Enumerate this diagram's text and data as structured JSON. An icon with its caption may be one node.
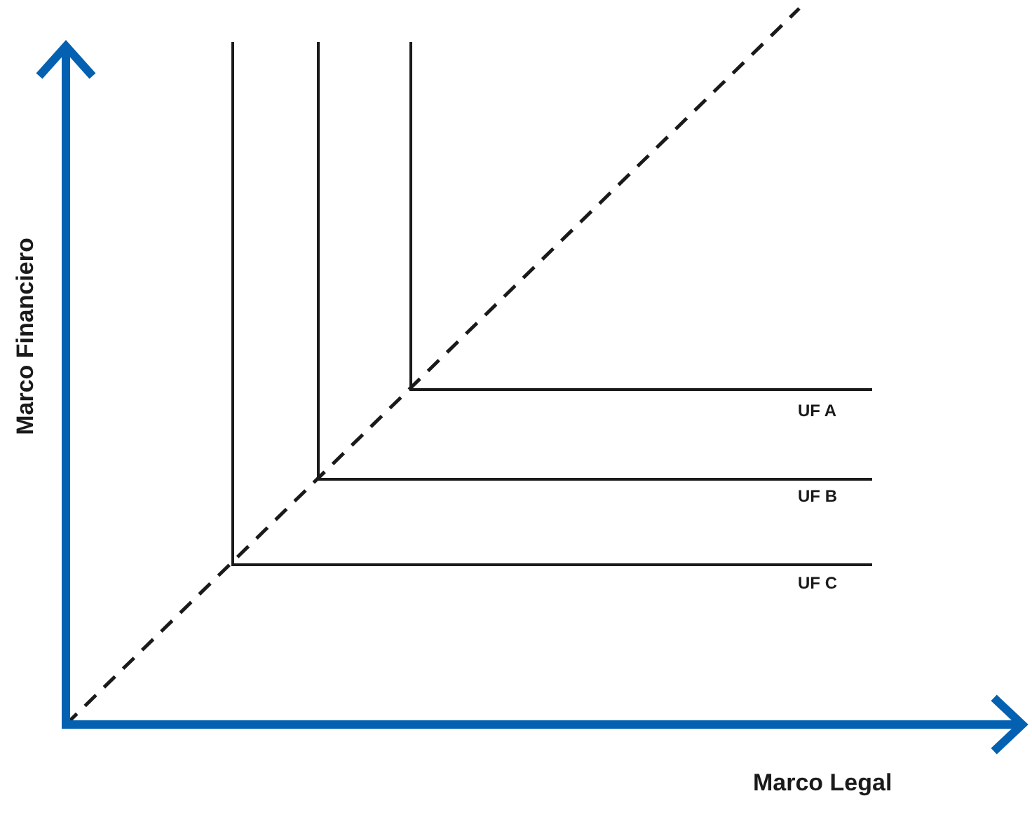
{
  "diagram": {
    "labels": [
      "Marco Financiero",
      "UF A",
      "UF B",
      "UF C",
      "Marco Legal"
    ]
  }
}
